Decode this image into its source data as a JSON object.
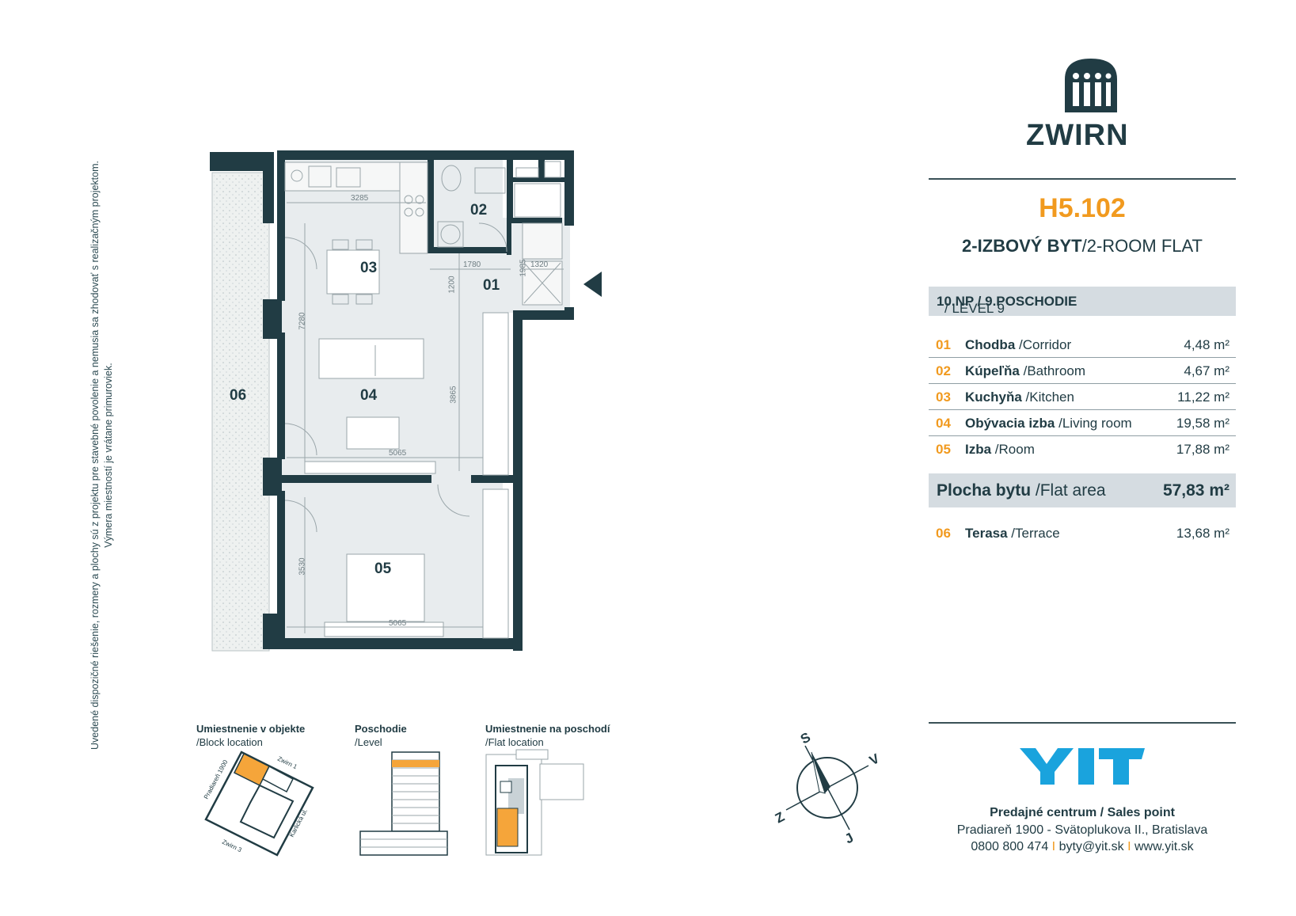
{
  "disclaimer": {
    "line1": "Uvedené dispozičné riešenie, rozmery a plochy sú z projektu pre stavebné povolenie a nemusia sa zhodovať s realizačným projektom.",
    "line2": "Výmera miestností je vrátane primuroviek."
  },
  "brand": {
    "name": "ZWIRN",
    "logo_icon": "building-arch-icon"
  },
  "unit": {
    "code": "H5.102",
    "type_bold": "2-IZBOVÝ BYT",
    "type_rest": "/2-ROOM FLAT"
  },
  "level": {
    "bold": "10.NP / 9.POSCHODIE",
    "rest": " / LEVEL 9"
  },
  "rooms": [
    {
      "num": "01",
      "name": "Chodba",
      "en": " /Corridor",
      "area": "4,48 m²"
    },
    {
      "num": "02",
      "name": "Kúpeľňa",
      "en": " /Bathroom",
      "area": "4,67 m²"
    },
    {
      "num": "03",
      "name": "Kuchyňa",
      "en": " /Kitchen",
      "area": "11,22 m²"
    },
    {
      "num": "04",
      "name": "Obývacia izba",
      "en": " /Living room",
      "area": "19,58 m²"
    },
    {
      "num": "05",
      "name": "Izba",
      "en": " /Room",
      "area": "17,88 m²"
    }
  ],
  "flat_area": {
    "name": "Plocha bytu",
    "en": " /Flat area",
    "value": "57,83 m²"
  },
  "terrace": {
    "num": "06",
    "name": "Terasa",
    "en": " /Terrace",
    "area": "13,68 m²"
  },
  "plan": {
    "labels": {
      "r01": "01",
      "r02": "02",
      "r03": "03",
      "r04": "04",
      "r05": "05",
      "r06": "06"
    },
    "dims": {
      "d3285": "3285",
      "d1780": "1780",
      "d1985": "1985",
      "d1320": "1320",
      "d1200": "1200",
      "d7280": "7280",
      "d3865": "3865",
      "d5065a": "5065",
      "d3530": "3530",
      "d5065b": "5065"
    }
  },
  "thumbnails": {
    "block": {
      "title": "Umiestnenie v objekte",
      "sub": "/Block location",
      "streets": [
        "Pradiareň 1900",
        "Zwirn 1",
        "Karlická ul.",
        "Zwirn 3"
      ]
    },
    "level": {
      "title": "Poschodie",
      "sub": "/Level"
    },
    "flat": {
      "title": "Umiestnenie na poschodí",
      "sub": "/Flat location"
    }
  },
  "compass": {
    "s": "S",
    "v": "V",
    "j": "J",
    "z": "Z"
  },
  "yit": {
    "logo": "YIT"
  },
  "sales": {
    "title": "Predajné centrum / Sales point",
    "address": "Pradiareň 1900 - Svätoplukova II., Bratislava",
    "phone": "0800 800 474",
    "email": "byty@yit.sk",
    "web": "www.yit.sk",
    "separator": "I"
  },
  "colors": {
    "dark": "#213c44",
    "accent": "#f19a1f",
    "light": "#d5dce1",
    "yit_blue": "#1aa3dd"
  }
}
